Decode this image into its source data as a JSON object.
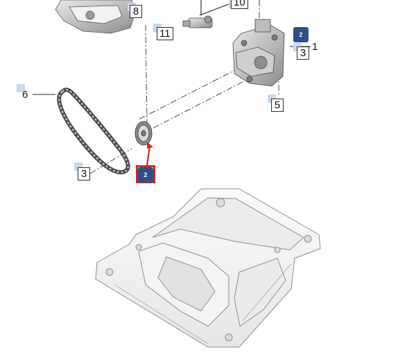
{
  "callouts": {
    "c8": "8",
    "c10": "10",
    "c11": "11",
    "c3_right": "3",
    "c1": "1",
    "c5": "5",
    "c6": "6",
    "c3_left": "3"
  },
  "badges": {
    "top_right": "2",
    "highlighted": "2"
  },
  "colors": {
    "badge": "#2d4f86",
    "highlight": "#e02020",
    "shadow": "#c9d8ec"
  }
}
